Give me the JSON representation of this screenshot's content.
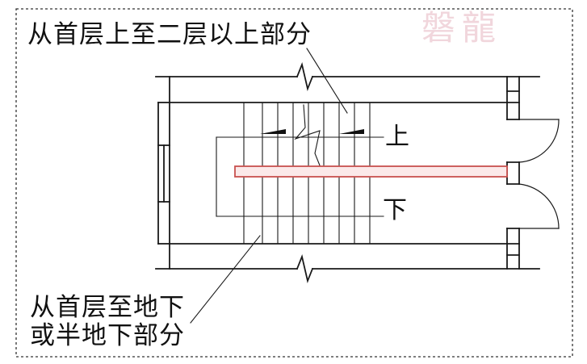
{
  "labels": {
    "upper_part": "从首层上至二层以上部分",
    "up": "上",
    "down": "下",
    "basement_line1": "从首层至地下",
    "basement_line2": "或半地下部分"
  },
  "watermark": "磐龍",
  "colors": {
    "line": "#1a1a1a",
    "border_dash": "#333333",
    "partition_outline": "#c8504f",
    "partition_fill": "#fbe9e9",
    "watermark": "#f1d6dc"
  }
}
